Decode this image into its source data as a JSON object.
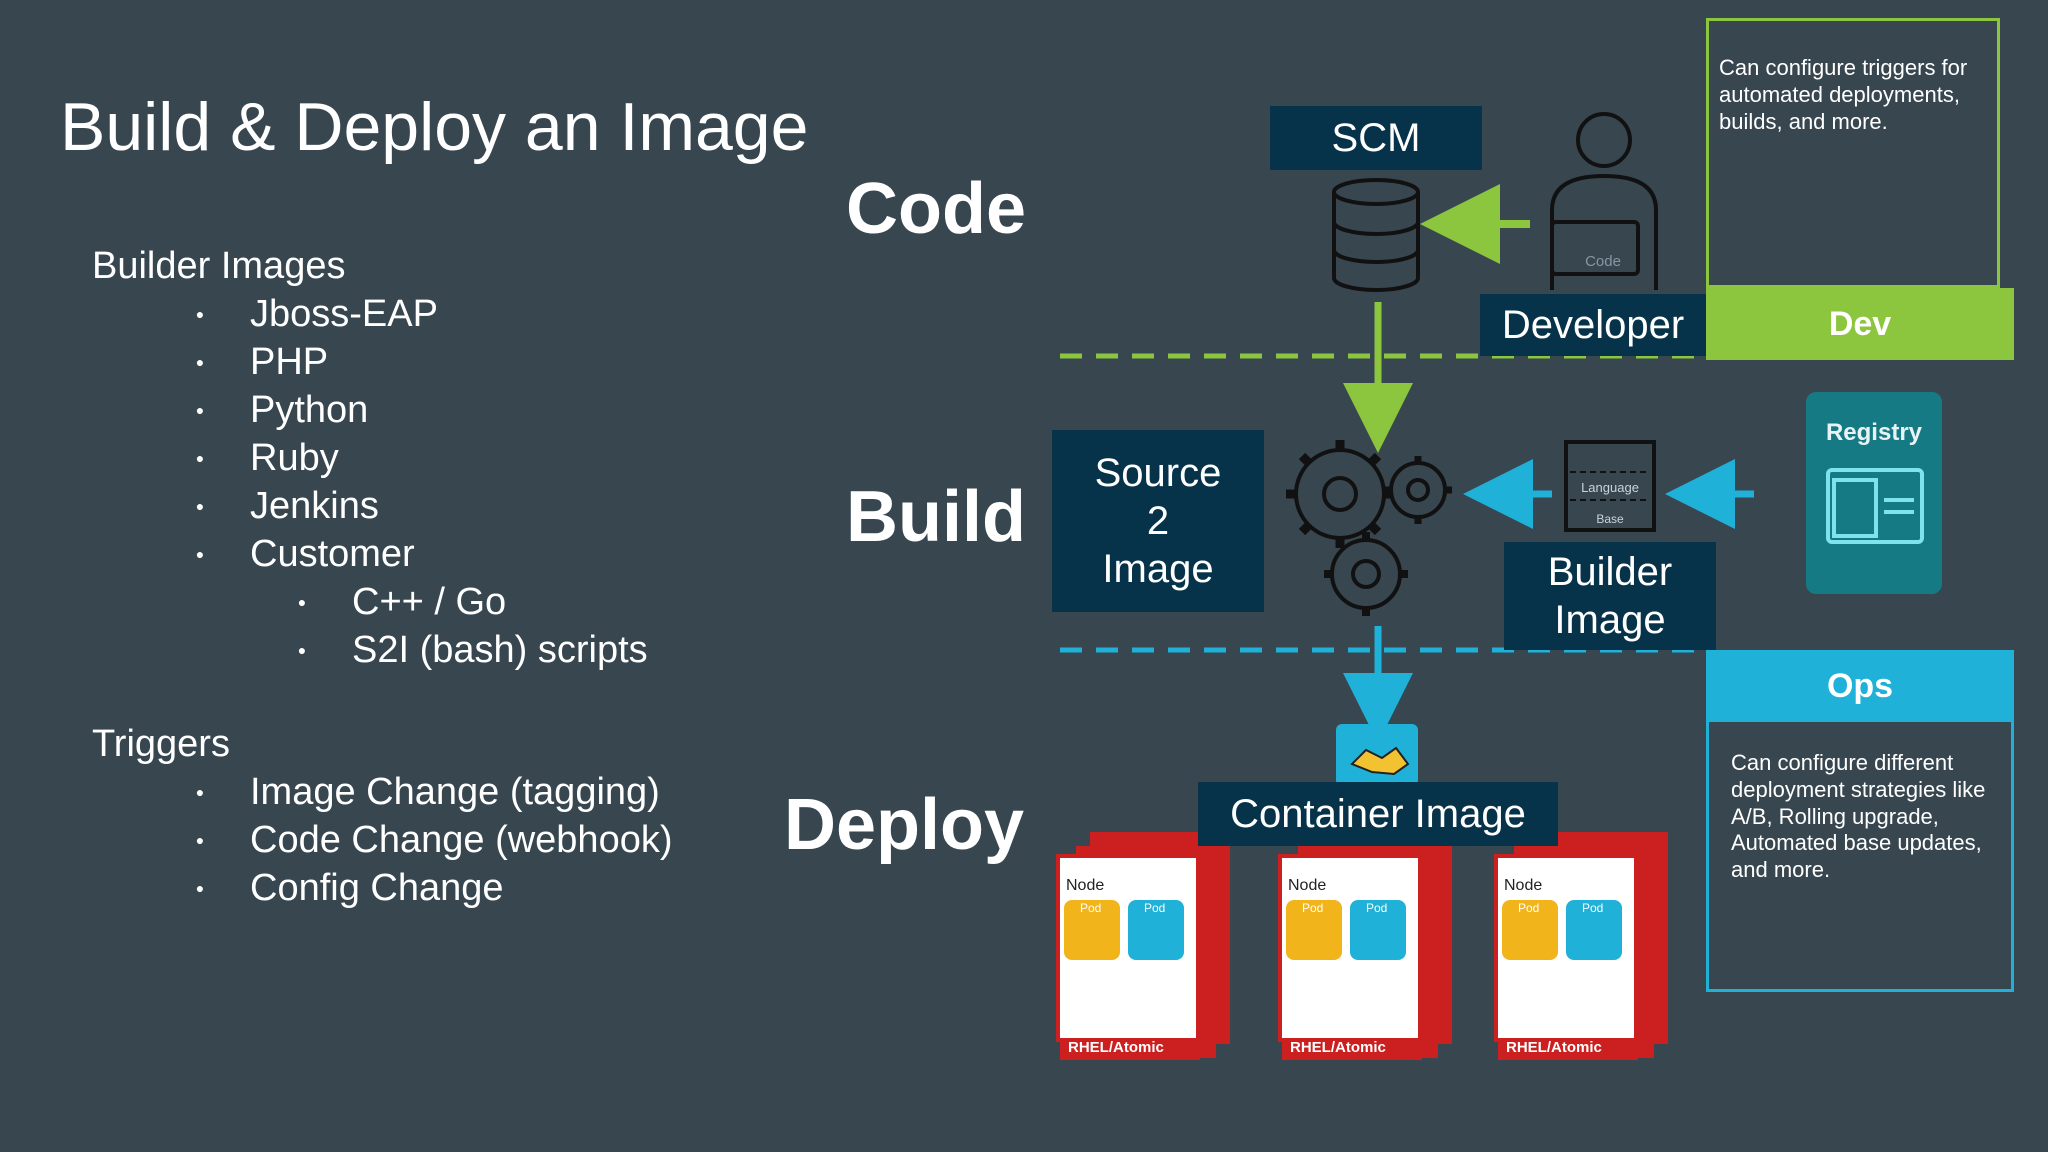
{
  "title": "Build & Deploy an Image",
  "builder_images": {
    "heading": "Builder Images",
    "items": [
      "Jboss-EAP",
      "PHP",
      "Python",
      "Ruby",
      "Jenkins",
      "Customer"
    ],
    "sub_items": [
      "C++ / Go",
      "S2I (bash) scripts"
    ]
  },
  "triggers": {
    "heading": "Triggers",
    "items": [
      "Image Change (tagging)",
      "Code  Change (webhook)",
      "Config Change"
    ]
  },
  "phases": {
    "code": "Code",
    "build": "Build",
    "deploy": "Deploy"
  },
  "diagram": {
    "scm_label": "SCM",
    "developer_label": "Developer",
    "laptop_text": "Code",
    "s2i_label": [
      "Source",
      "2",
      "Image"
    ],
    "language_label": "Language",
    "base_label": "Base",
    "builder_image_label": [
      "Builder",
      "Image"
    ],
    "registry_label": "Registry",
    "container_image_label": "Container Image",
    "node_label": "Node",
    "pod_label": "Pod",
    "rhel_label": "RHEL/Atomic"
  },
  "dev_panel": {
    "label": "Dev",
    "text": "Can configure triggers for automated deployments, builds, and  more."
  },
  "ops_panel": {
    "label": "Ops",
    "text": "Can configure different deployment strategies like A/B, Rolling upgrade, Automated base updates, and more."
  },
  "colors": {
    "background": "#37464f",
    "box": "#06334a",
    "dev_green": "#8cc63f",
    "ops_blue": "#1fb1d8",
    "node_red": "#cc1f1f",
    "registry": "#167a85"
  }
}
